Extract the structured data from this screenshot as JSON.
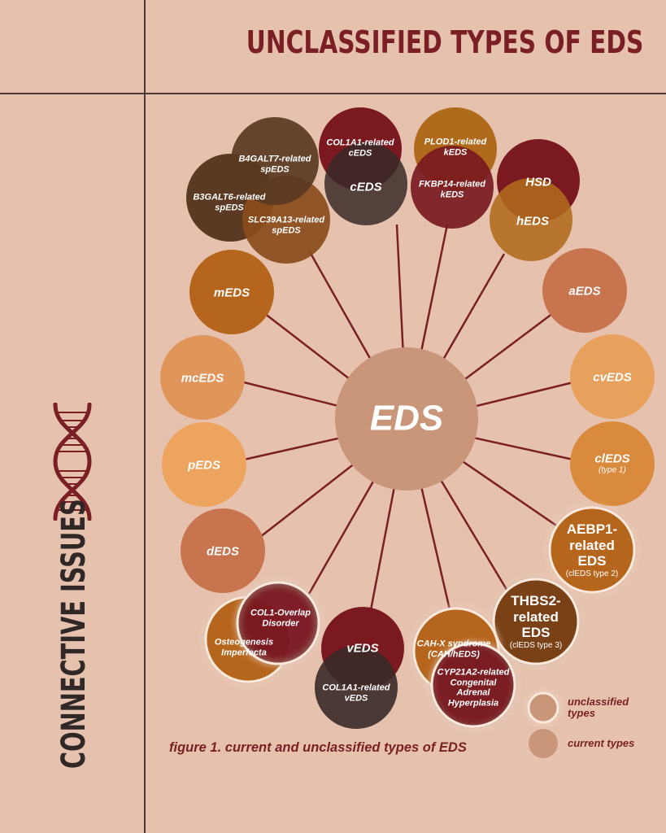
{
  "title": "UNCLASSIFIED TYPES OF EDS",
  "brand": "CONNECTIVE ISSUES",
  "caption": "figure 1. current and unclassified types of EDS",
  "legend": {
    "unclassified": "unclassified types",
    "current": "current types"
  },
  "center": "EDS",
  "colors": {
    "background": "#e6c2ae",
    "title": "#7a1f24",
    "line": "#7a1f24"
  },
  "nodes": {
    "col1a1_ceds": "COL1A1-related cEDS",
    "ceds": "cEDS",
    "plod1_keds": "PLOD1-related kEDS",
    "fkbp14_keds": "FKBP14-related kEDS",
    "hsd": "HSD",
    "heds": "hEDS",
    "b4galt7_speds": "B4GALT7-related spEDS",
    "b3galt6_speds": "B3GALT6-related spEDS",
    "slc39a13_speds": "SLC39A13-related spEDS",
    "meds": "mEDS",
    "aeds": "aEDS",
    "mceds": "mcEDS",
    "cveds": "cvEDS",
    "peds": "pEDS",
    "cleds": "clEDS",
    "cleds_sub": "(type 1)",
    "deds": "dEDS",
    "aebp1": "AEBP1-related EDS",
    "aebp1_sub": "(clEDS type 2)",
    "thbs2": "THBS2-related EDS",
    "thbs2_sub": "(clEDS type 3)",
    "col1_overlap": "COL1-Overlap Disorder",
    "oi": "Osteogenesis Imperfecta",
    "veds": "vEDS",
    "col1a1_veds": "COL1A1-related vEDS",
    "cahx": "CAH-X syndrome (CAH/hEDS)",
    "cyp21a2": "CYP21A2-related Congenital Adrenal Hyperplasia"
  }
}
